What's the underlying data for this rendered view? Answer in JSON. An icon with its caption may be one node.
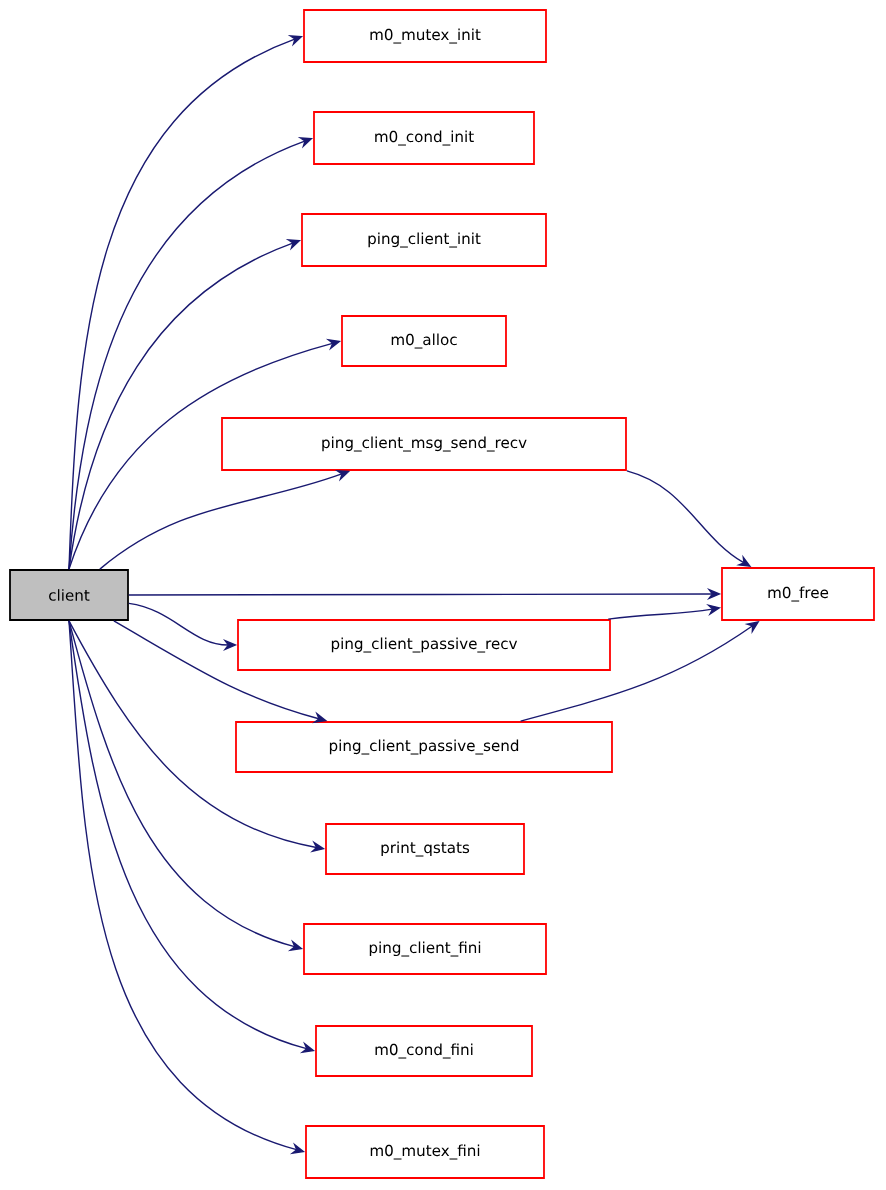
{
  "diagram": {
    "nodes": [
      {
        "text": [
          "client"
        ]
      },
      {
        "text": [
          "m0_mutex_init"
        ]
      },
      {
        "text": [
          "m0_cond_init"
        ]
      },
      {
        "text": [
          "ping_client_init"
        ]
      },
      {
        "text": [
          "m0_alloc"
        ]
      },
      {
        "text": [
          "ping_client_msg_send_recv"
        ]
      },
      {
        "text": [
          "m0_free"
        ]
      },
      {
        "text": [
          "ping_client_passive_recv"
        ]
      },
      {
        "text": [
          "ping_client_passive_send"
        ]
      },
      {
        "text": [
          "print_qstats"
        ]
      },
      {
        "text": [
          "ping_client_fini"
        ]
      },
      {
        "text": [
          "m0_cond_fini"
        ]
      },
      {
        "text": [
          "m0_mutex_fini"
        ]
      }
    ],
    "edges": [
      {
        "from": 0,
        "to": 1,
        "arrow": "to"
      },
      {
        "from": 0,
        "to": 2,
        "arrow": "to"
      },
      {
        "from": 0,
        "to": 3,
        "arrow": "to"
      },
      {
        "from": 0,
        "to": 4,
        "arrow": "to"
      },
      {
        "from": 0,
        "to": 5,
        "arrow": "to"
      },
      {
        "from": 0,
        "to": 6,
        "arrow": "to"
      },
      {
        "from": 0,
        "to": 7,
        "arrow": "to"
      },
      {
        "from": 0,
        "to": 8,
        "arrow": "to"
      },
      {
        "from": 0,
        "to": 9,
        "arrow": "to"
      },
      {
        "from": 0,
        "to": 10,
        "arrow": "to"
      },
      {
        "from": 0,
        "to": 11,
        "arrow": "to"
      },
      {
        "from": 0,
        "to": 12,
        "arrow": "to"
      },
      {
        "from": 5,
        "to": 6,
        "arrow": "to"
      },
      {
        "from": 7,
        "to": 6,
        "arrow": "to"
      },
      {
        "from": 8,
        "to": 6,
        "arrow": "to"
      }
    ]
  }
}
